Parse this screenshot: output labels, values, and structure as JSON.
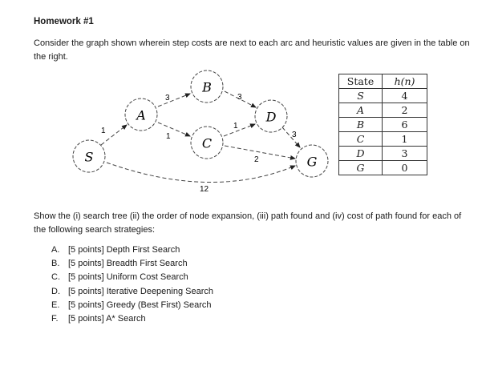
{
  "title": "Homework #1",
  "intro": "Consider the graph shown wherein step costs are next to each arc and heuristic values are given in the table on the right.",
  "graph": {
    "nodes": {
      "S": "S",
      "A": "A",
      "B": "B",
      "C": "C",
      "D": "D",
      "G": "G"
    },
    "edges": {
      "S_A": "1",
      "A_B": "3",
      "A_C": "1",
      "B_D": "3",
      "C_D": "1",
      "C_G": "2",
      "D_G": "3",
      "S_G": "12"
    }
  },
  "heuristic_table": {
    "header_state": "State",
    "header_h": "h(n)",
    "rows": [
      {
        "state": "S",
        "h": "4"
      },
      {
        "state": "A",
        "h": "2"
      },
      {
        "state": "B",
        "h": "6"
      },
      {
        "state": "C",
        "h": "1"
      },
      {
        "state": "D",
        "h": "3"
      },
      {
        "state": "G",
        "h": "0"
      }
    ]
  },
  "question": "Show the (i) search tree (ii) the order of node expansion, (iii) path found and (iv) cost of path found for each of the following search strategies:",
  "strategies": [
    {
      "letter": "A.",
      "text": "[5 points] Depth First Search"
    },
    {
      "letter": "B.",
      "text": "[5 points] Breadth First Search"
    },
    {
      "letter": "C.",
      "text": "[5 points] Uniform Cost Search"
    },
    {
      "letter": "D.",
      "text": "[5 points] Iterative Deepening Search"
    },
    {
      "letter": "E.",
      "text": "[5 points] Greedy (Best First) Search"
    },
    {
      "letter": "F.",
      "text": "[5 points] A* Search"
    }
  ]
}
